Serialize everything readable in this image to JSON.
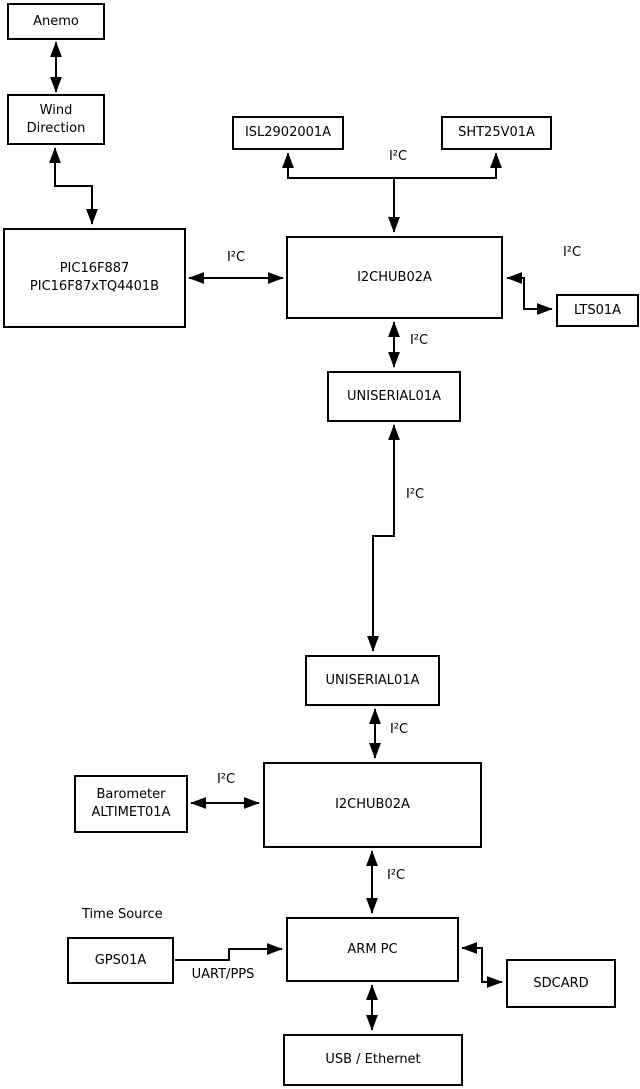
{
  "diagram": {
    "nodes": {
      "anemo": "Anemo",
      "wind_direction": "Wind\nDirection",
      "pic": "PIC16F887\nPIC16F87xTQ4401B",
      "isl": "ISL2902001A",
      "sht": "SHT25V01A",
      "hub1": "I2CHUB02A",
      "lts": "LTS01A",
      "uniserial1": "UNISERIAL01A",
      "uniserial2": "UNISERIAL01A",
      "hub2": "I2CHUB02A",
      "barometer": "Barometer\nALTIMET01A",
      "arm_pc": "ARM PC",
      "gps": "GPS01A",
      "sdcard": "SDCARD",
      "usb_ethernet": "USB / Ethernet"
    },
    "edge_labels": {
      "i2c": "I²C",
      "uart_pps": "UART/PPS",
      "time_source": "Time Source"
    },
    "edges": [
      {
        "from": "Anemo",
        "to": "Wind Direction",
        "bidirectional": true
      },
      {
        "from": "Wind Direction",
        "to": "PIC16F887 PIC16F87xTQ4401B",
        "bidirectional": true
      },
      {
        "from": "PIC16F887 PIC16F87xTQ4401B",
        "to": "I2CHUB02A (upper)",
        "label": "I²C",
        "bidirectional": true
      },
      {
        "from": "I2CHUB02A (upper)",
        "to": "ISL2902001A",
        "label": "I²C"
      },
      {
        "from": "I2CHUB02A (upper)",
        "to": "SHT25V01A",
        "label": "I²C"
      },
      {
        "from": "I2CHUB02A (upper)",
        "to": "LTS01A",
        "label": "I²C",
        "bidirectional": true
      },
      {
        "from": "I2CHUB02A (upper)",
        "to": "UNISERIAL01A (upper)",
        "label": "I²C",
        "bidirectional": true
      },
      {
        "from": "UNISERIAL01A (upper)",
        "to": "UNISERIAL01A (lower)",
        "label": "I²C",
        "bidirectional": true
      },
      {
        "from": "UNISERIAL01A (lower)",
        "to": "I2CHUB02A (lower)",
        "label": "I²C",
        "bidirectional": true
      },
      {
        "from": "Barometer ALTIMET01A",
        "to": "I2CHUB02A (lower)",
        "label": "I²C",
        "bidirectional": true
      },
      {
        "from": "I2CHUB02A (lower)",
        "to": "ARM PC",
        "label": "I²C",
        "bidirectional": true
      },
      {
        "from": "GPS01A",
        "to": "ARM PC",
        "label": "UART/PPS"
      },
      {
        "from": "ARM PC",
        "to": "SDCARD",
        "bidirectional": true
      },
      {
        "from": "ARM PC",
        "to": "USB / Ethernet",
        "bidirectional": true
      }
    ],
    "colors": {
      "line": "#000000",
      "box_border": "#000000",
      "box_fill": "#ffffff",
      "background": "#ffffff",
      "text": "#000000"
    }
  }
}
